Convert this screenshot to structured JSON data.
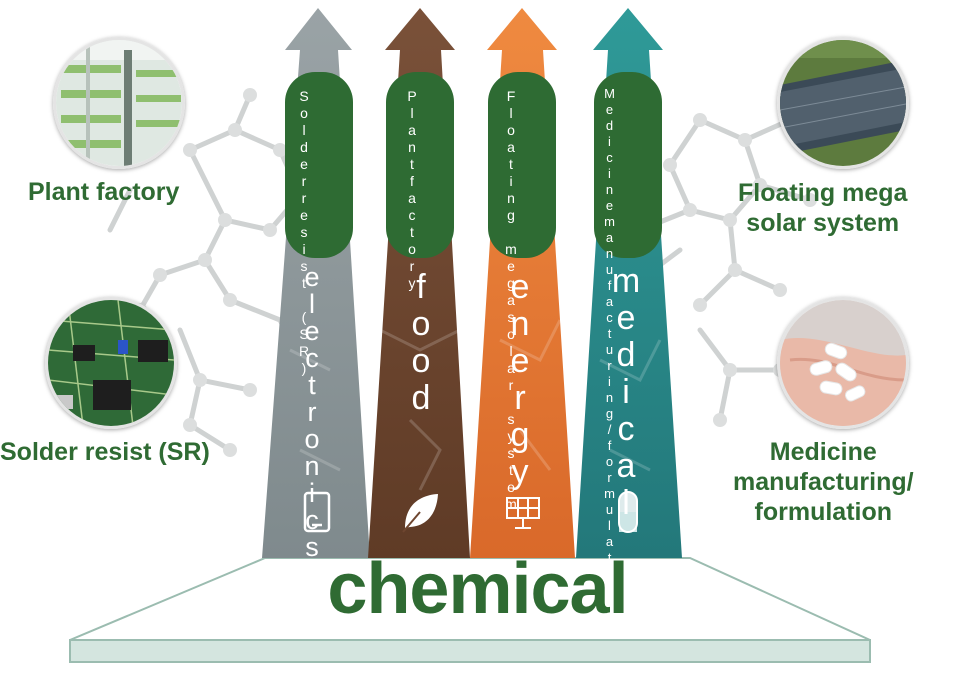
{
  "base": {
    "title": "chemical"
  },
  "arrows": [
    {
      "category": "electronics",
      "pill_lines": [
        "Solder",
        "resist (SR)"
      ],
      "icon": "smartphone-icon",
      "color": "#8e999c"
    },
    {
      "category": "food",
      "pill_lines": [
        "Plant",
        "factory"
      ],
      "icon": "leaf-icon",
      "color": "#6e4630"
    },
    {
      "category": "energy",
      "pill_lines": [
        "Floating mega",
        "solar system"
      ],
      "icon": "solar-panel-icon",
      "color": "#e27a34"
    },
    {
      "category": "medical",
      "pill_lines": [
        "Medicine",
        "manufacturing/",
        "formulation"
      ],
      "icon": "capsule-icon",
      "color": "#2f8f8f"
    }
  ],
  "side_labels": {
    "plant_factory": "Plant factory",
    "solder_resist": "Solder resist (SR)",
    "floating_solar": [
      "Floating mega",
      "solar system"
    ],
    "medicine": [
      "Medicine",
      "manufacturing/",
      "formulation"
    ]
  },
  "colors": {
    "label_green": "#2f6b33",
    "pill_green": "#2e6b33",
    "molecule_gray": "#cfd2d2"
  }
}
